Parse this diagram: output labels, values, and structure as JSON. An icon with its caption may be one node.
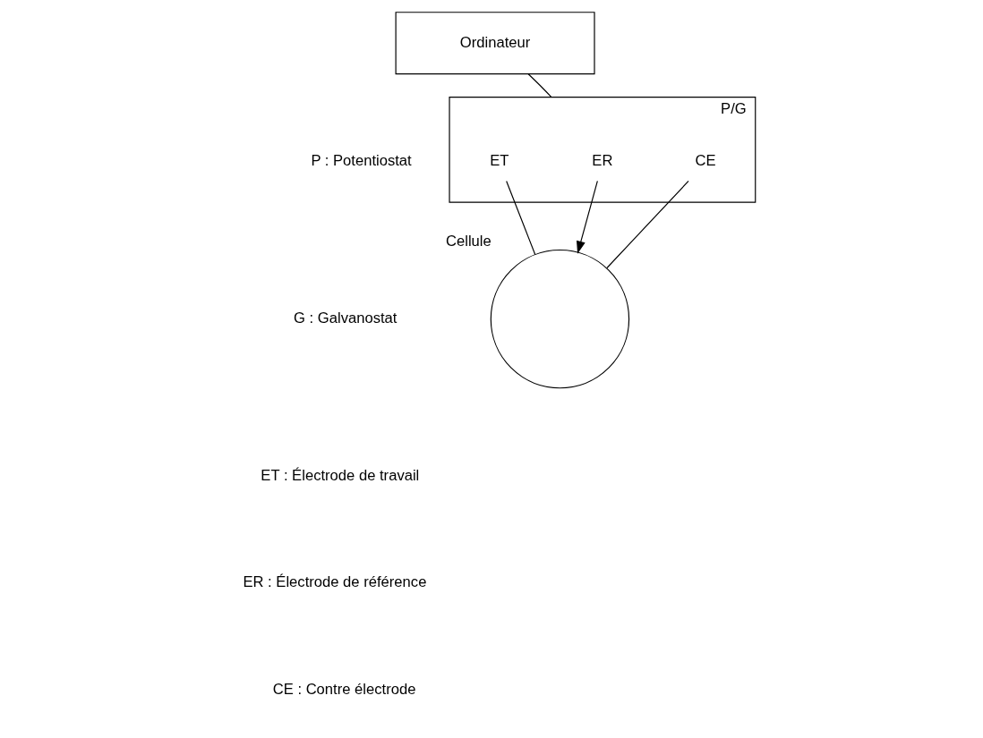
{
  "diagram": {
    "nodes": [
      {
        "text": [
          "Ordinateur"
        ]
      },
      {
        "text": [],
        "shape": "box",
        "beside": [
          "P/G"
        ]
      },
      {
        "text": [
          "ET"
        ],
        "in": 1
      },
      {
        "text": [
          "ER"
        ],
        "in": 1
      },
      {
        "text": [
          "CE"
        ],
        "in": 1
      },
      {
        "text": [],
        "shape": "circle",
        "beside": [
          "Cellule"
        ]
      }
    ],
    "edges": [
      {
        "from": 0,
        "to": 1,
        "arrow": "none"
      },
      {
        "from": 2,
        "to": 5,
        "arrow": "none"
      },
      {
        "from": 3,
        "to": 5,
        "arrow": "to"
      },
      {
        "from": 4,
        "to": 5,
        "arrow": "none"
      }
    ],
    "labels": [
      "P : Potentiostat",
      "G : Galvanostat",
      "ET : Électrode de travail",
      "ER : Électrode de référence",
      "CE : Contre électrode"
    ]
  }
}
